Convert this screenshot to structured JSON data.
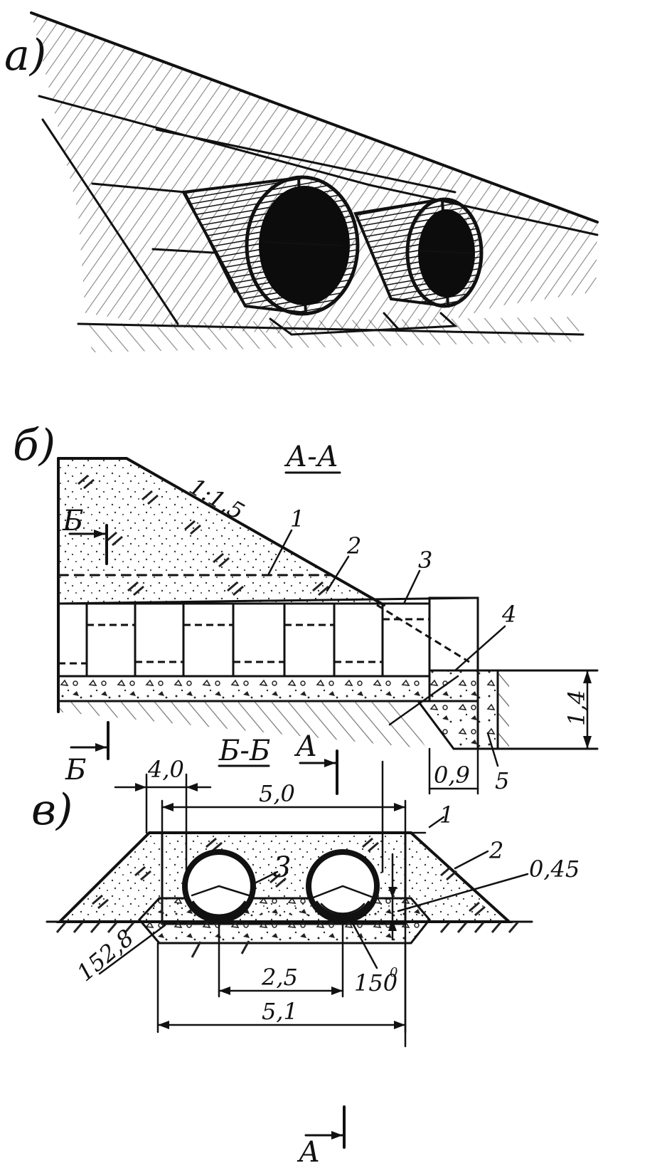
{
  "panels": {
    "a": "а)",
    "b": "б)",
    "v": "в)"
  },
  "section_AA": {
    "title": "А-А",
    "slope": "1:1,5",
    "callouts": [
      "1",
      "2",
      "3",
      "4",
      "5"
    ],
    "height": "1,4",
    "width": "0,9",
    "cut_mark": "Б"
  },
  "section_BB": {
    "title": "Б-Б",
    "cut_mark": "А",
    "dim_top": "4,0",
    "dim_width": "5,0",
    "dim_spacing": "2,5",
    "dim_base": "5,1",
    "dim_wall": "0,45",
    "angle": "150",
    "angle_unit": "0",
    "dim_side": "152,8",
    "callouts": [
      "1",
      "2",
      "3"
    ]
  }
}
